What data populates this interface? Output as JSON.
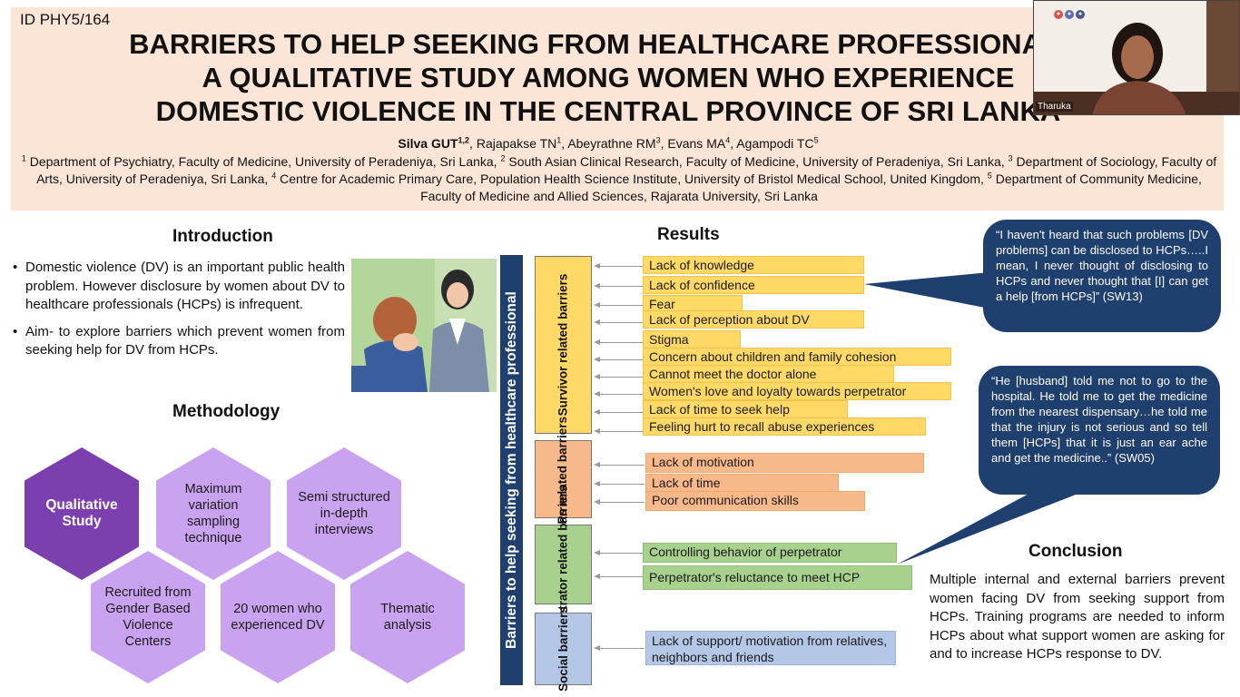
{
  "poster_id": "ID PHY5/164",
  "title_lines": [
    "BARRIERS TO HELP SEEKING FROM HEALTHCARE PROFESSIONALS:",
    "A QUALITATIVE STUDY AMONG WOMEN WHO EXPERIENCE",
    "DOMESTIC VIOLENCE IN THE CENTRAL PROVINCE OF SRI LANKA"
  ],
  "authors": {
    "lead": "Silva GUT",
    "lead_sup": "1,2",
    "others": [
      {
        "name": "Rajapakse TN",
        "sup": "1"
      },
      {
        "name": "Abeyrathne RM",
        "sup": "3"
      },
      {
        "name": "Evans MA",
        "sup": "4"
      },
      {
        "name": "Agampodi TC",
        "sup": "5"
      }
    ]
  },
  "affiliations": [
    {
      "sup": "1",
      "text": "Department of Psychiatry, Faculty of Medicine, University of Peradeniya, Sri Lanka,"
    },
    {
      "sup": "2",
      "text": "South Asian Clinical Research, Faculty of Medicine, University of Peradeniya, Sri Lanka,"
    },
    {
      "sup": "3",
      "text": "Department of Sociology, Faculty of Arts, University of Peradeniya, Sri Lanka,"
    },
    {
      "sup": "4",
      "text": "Centre for Academic Primary Care, Population Health Science Institute, University of Bristol Medical School, United Kingdom,"
    },
    {
      "sup": "5",
      "text": "Department of Community Medicine, Faculty of Medicine and Allied Sciences, Rajarata University, Sri Lanka"
    }
  ],
  "introduction": {
    "heading": "Introduction",
    "bullets": [
      "Domestic violence (DV) is an important public health problem. However disclosure by women about DV to healthcare professionals (HCPs) is infrequent.",
      "Aim- to explore barriers which prevent women from seeking help for DV  from HCPs."
    ]
  },
  "methodology": {
    "heading": "Methodology",
    "hexagons": [
      "Qualitative Study",
      "Maximum variation sampling technique",
      "Semi structured in-depth interviews",
      "Recruited from Gender Based Violence Centers",
      "20 women who experienced DV",
      "Thematic analysis"
    ]
  },
  "results": {
    "heading": "Results",
    "main_label": "Barriers to help seeking from healthcare professional",
    "categories": [
      {
        "label": "Survivor related barriers",
        "items": [
          "Lack of knowledge",
          "Lack of confidence",
          "Fear",
          "Lack of perception about DV",
          "Stigma",
          "Concern about children and family cohesion",
          "Cannot meet the doctor alone",
          "Women's love and loyalty towards perpetrator",
          "Lack of time to seek help",
          "Feeling hurt to recall abuse experiences"
        ]
      },
      {
        "label": "HCPs related barriers",
        "items": [
          "Lack of motivation",
          "Lack of time",
          "Poor communication skills"
        ]
      },
      {
        "label": "Perpetrator related barriers",
        "items": [
          "Controlling behavior of perpetrator",
          "Perpetrator's reluctance to meet HCP"
        ]
      },
      {
        "label": "Social barriers",
        "items": [
          "Lack of support/ motivation from relatives, neighbors and friends"
        ]
      }
    ],
    "quotes": [
      "“I haven't heard that such problems [DV problems] can be disclosed to HCPs…..I mean, I never thought of disclosing to HCPs and never thought that [I] can get a help [from HCPs]” (SW13)",
      "“He [husband] told me not to go to the hospital. He told me to get the medicine from the nearest dispensary…he told me that the injury is not serious and so tell them [HCPs] that it is just an ear ache and get the medicine..” (SW05)"
    ]
  },
  "conclusion": {
    "heading": "Conclusion",
    "text": "Multiple internal and external barriers prevent women facing DV from seeking support from HCPs. Training programs are needed to inform HCPs about what support women are asking for and to increase HCPs response to DV."
  },
  "video": {
    "participant_name": "Tharuka"
  },
  "colors": {
    "header_bg": "#fbe5d6",
    "navy": "#1f3f6e",
    "survivor": "#ffd966",
    "hcp": "#f8b98a",
    "perpetrator": "#a9d18e",
    "social": "#b4c7e7",
    "hex_light": "#c9a3ef",
    "hex_dark": "#7b3fb0"
  }
}
